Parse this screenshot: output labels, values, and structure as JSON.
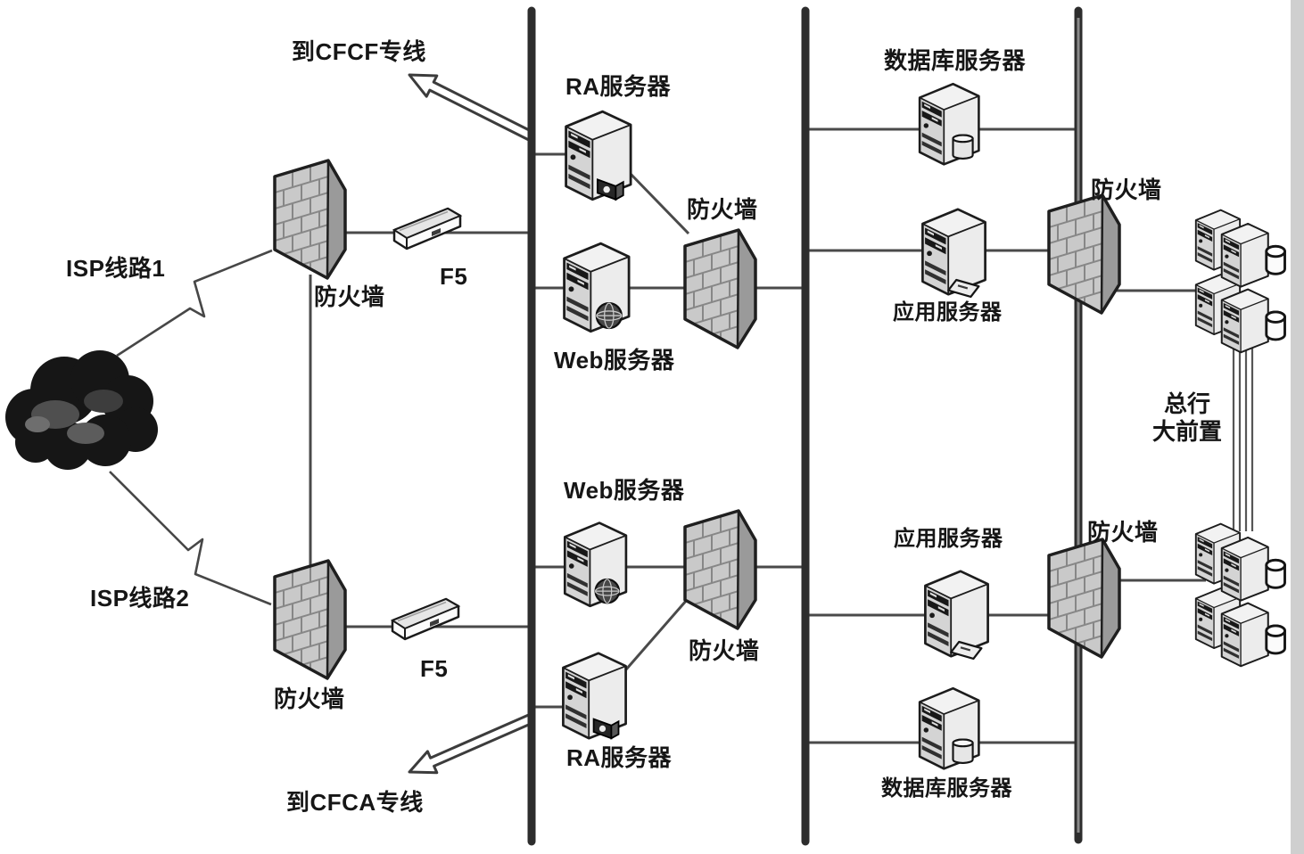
{
  "diagram": {
    "type": "network-topology",
    "background": "#ffffff",
    "line_color": "#4a4a4a",
    "bus_color": "#2d2d2d",
    "text_color": "#161616",
    "labels": {
      "to_cfcf": "到CFCF专线",
      "to_cfca": "到CFCA专线",
      "isp_line_1": "ISP线路1",
      "isp_line_2": "ISP线路2",
      "firewall": "防火墙",
      "f5": "F5",
      "ra_server": "RA服务器",
      "web_server": "Web服务器",
      "database_server": "数据库服务器",
      "app_server": "应用服务器",
      "hq_front_line1": "总行",
      "hq_front_line2": "大前置"
    },
    "nodes": [
      {
        "id": "internet-cloud",
        "kind": "cloud"
      },
      {
        "id": "firewall-isp-1",
        "label": "防火墙"
      },
      {
        "id": "f5-load-balancer-1",
        "label": "F5"
      },
      {
        "id": "firewall-isp-2",
        "label": "防火墙"
      },
      {
        "id": "f5-load-balancer-2",
        "label": "F5"
      },
      {
        "id": "switch-bar-outer",
        "kind": "bus"
      },
      {
        "id": "ra-server-1",
        "label": "RA服务器"
      },
      {
        "id": "web-server-1",
        "label": "Web服务器"
      },
      {
        "id": "firewall-dmz-1",
        "label": "防火墙"
      },
      {
        "id": "web-server-2",
        "label": "Web服务器"
      },
      {
        "id": "ra-server-2",
        "label": "RA服务器"
      },
      {
        "id": "firewall-dmz-2",
        "label": "防火墙"
      },
      {
        "id": "switch-bar-middle",
        "kind": "bus"
      },
      {
        "id": "database-server-1",
        "label": "数据库服务器"
      },
      {
        "id": "app-server-1",
        "label": "应用服务器"
      },
      {
        "id": "firewall-core-1",
        "label": "防火墙"
      },
      {
        "id": "app-server-2",
        "label": "应用服务器"
      },
      {
        "id": "database-server-2",
        "label": "数据库服务器"
      },
      {
        "id": "firewall-core-2",
        "label": "防火墙"
      },
      {
        "id": "switch-bar-inner",
        "kind": "bus"
      },
      {
        "id": "hq-frontend-cluster-1",
        "label": "总行大前置"
      },
      {
        "id": "hq-frontend-cluster-2",
        "label": "总行大前置"
      }
    ],
    "edges": [
      "internet-cloud — firewall-isp-1 (ISP线路1)",
      "internet-cloud — firewall-isp-2 (ISP线路2)",
      "firewall-isp-1 — f5-load-balancer-1 — switch-bar-outer",
      "firewall-isp-2 — f5-load-balancer-2 — switch-bar-outer",
      "firewall-isp-1 — firewall-isp-2",
      "switch-bar-outer → 到CFCF专线",
      "switch-bar-outer → 到CFCA专线",
      "switch-bar-outer — ra-server-1 — firewall-dmz-1",
      "switch-bar-outer — web-server-1 — firewall-dmz-1 — switch-bar-middle",
      "switch-bar-outer — web-server-2 — firewall-dmz-2 — switch-bar-middle",
      "switch-bar-outer — ra-server-2 — firewall-dmz-2",
      "switch-bar-middle — database-server-1 — switch-bar-inner",
      "switch-bar-middle — app-server-1 — firewall-core-1",
      "firewall-core-1 — hq-frontend-cluster-1",
      "switch-bar-middle — app-server-2 — firewall-core-2",
      "firewall-core-2 — hq-frontend-cluster-2",
      "switch-bar-middle — database-server-2 — switch-bar-inner",
      "hq-frontend-cluster-1 — hq-frontend-cluster-2 (光纤束)"
    ]
  }
}
